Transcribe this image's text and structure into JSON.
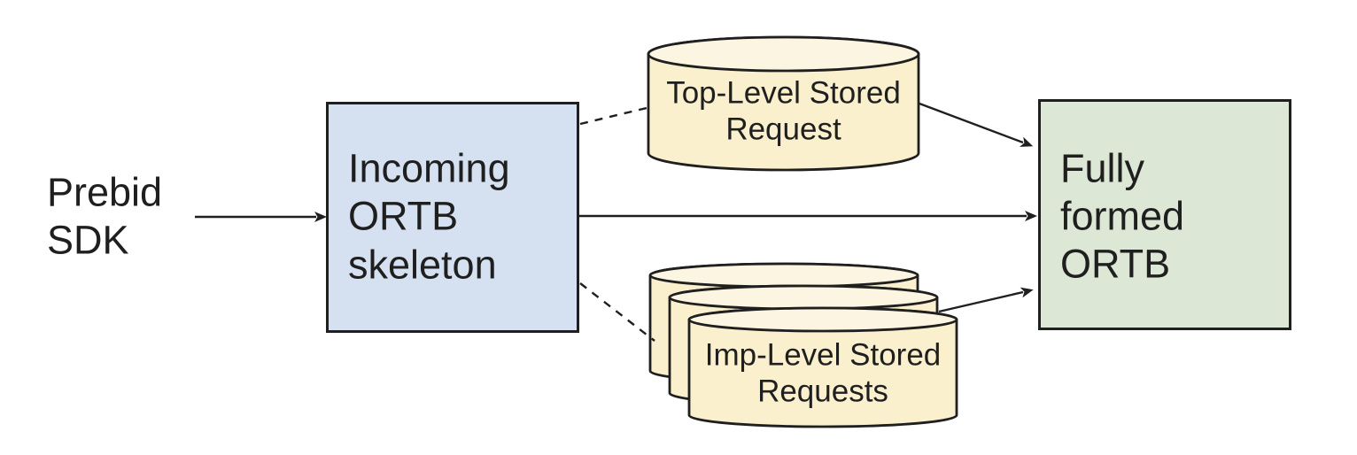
{
  "canvas": {
    "background": "#ffffff",
    "stroke_color": "#1f1f1f",
    "text_color": "#1f1f1f"
  },
  "nodes": {
    "prebid_sdk": {
      "type": "label",
      "lines": [
        "Prebid",
        "SDK"
      ]
    },
    "incoming_ortb": {
      "type": "box",
      "fill": "#d5e1f0",
      "lines": [
        "Incoming",
        "ORTB",
        "skeleton"
      ]
    },
    "top_stored_request": {
      "type": "cylinder",
      "fill": "#faf0cd",
      "fill_top": "#fcf5e1",
      "lines": [
        "Top-Level Stored",
        "Request"
      ]
    },
    "imp_stored_requests": {
      "type": "cylinder-stack",
      "count": 3,
      "fill": "#faf0cd",
      "fill_top": "#fcf5e1",
      "lines": [
        "Imp-Level Stored",
        "Requests"
      ]
    },
    "fully_formed_ortb": {
      "type": "box",
      "fill": "#dce8d5",
      "lines": [
        "Fully",
        "formed",
        "ORTB"
      ]
    }
  },
  "edges": [
    {
      "from": "prebid_sdk",
      "to": "incoming_ortb",
      "style": "solid-arrow"
    },
    {
      "from": "incoming_ortb",
      "to": "top_stored_request",
      "style": "dashed"
    },
    {
      "from": "incoming_ortb",
      "to": "fully_formed_ortb",
      "style": "solid-arrow"
    },
    {
      "from": "incoming_ortb",
      "to": "imp_stored_requests",
      "style": "dashed"
    },
    {
      "from": "top_stored_request",
      "to": "fully_formed_ortb",
      "style": "solid-arrow"
    },
    {
      "from": "imp_stored_requests",
      "to": "fully_formed_ortb",
      "style": "solid-arrow"
    }
  ]
}
